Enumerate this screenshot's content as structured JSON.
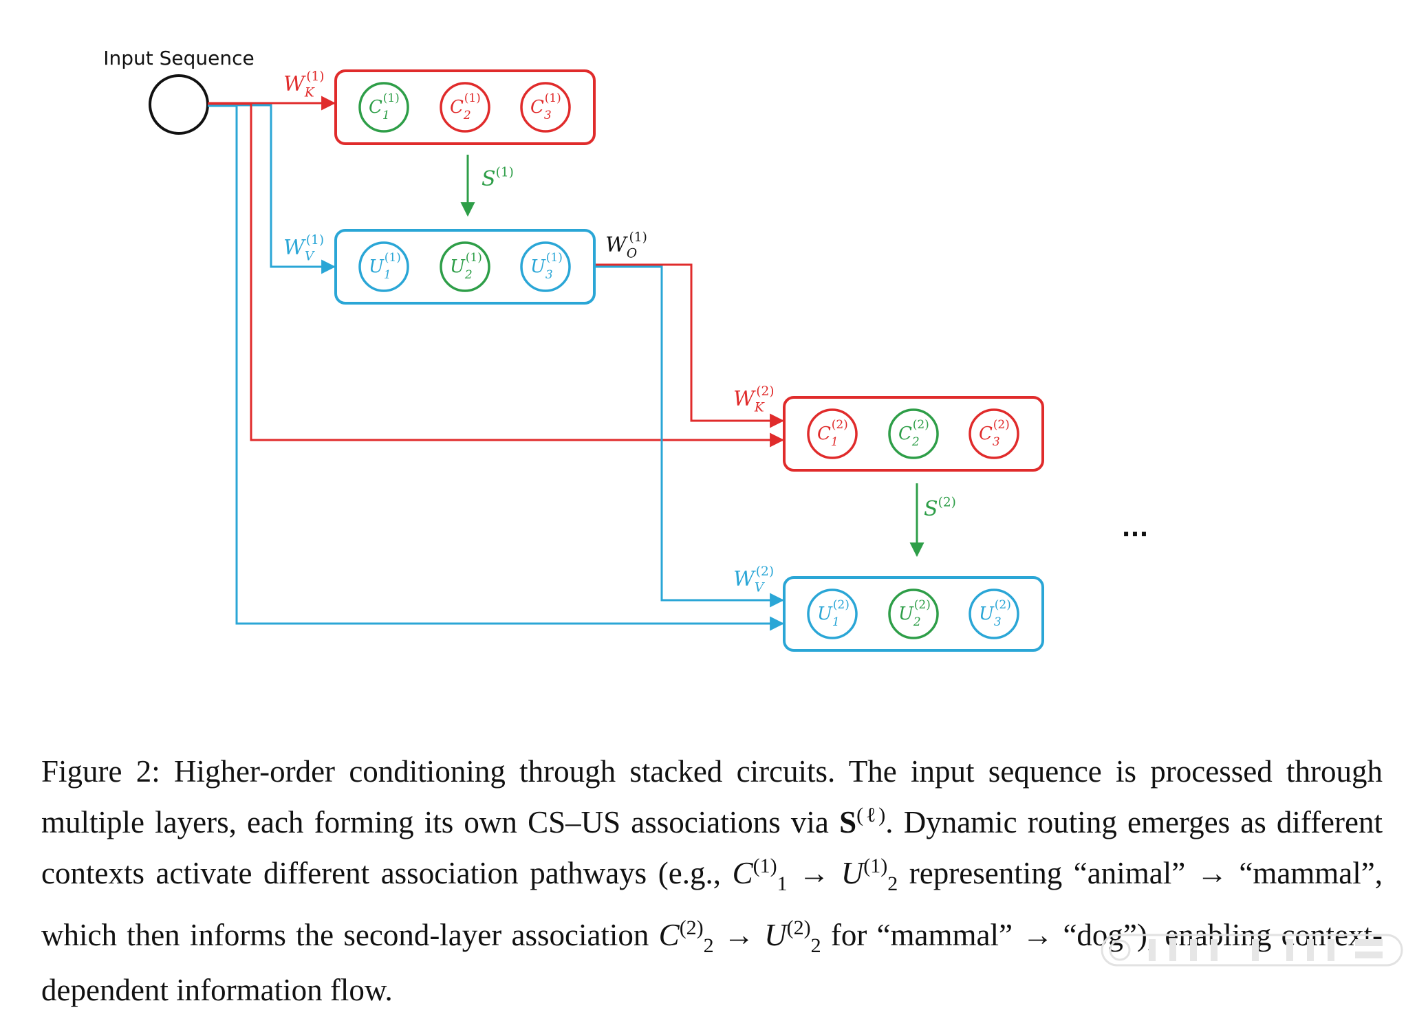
{
  "diagram": {
    "input_label": "Input Sequence",
    "layer1": {
      "cs_circles": [
        {
          "base": "C",
          "sup": "(1)",
          "sub": "1",
          "color": "#2e9e48"
        },
        {
          "base": "C",
          "sup": "(1)",
          "sub": "2",
          "color": "#e02b2b"
        },
        {
          "base": "C",
          "sup": "(1)",
          "sub": "3",
          "color": "#e02b2b"
        }
      ],
      "us_circles": [
        {
          "base": "U",
          "sup": "(1)",
          "sub": "1",
          "color": "#2aa6d6"
        },
        {
          "base": "U",
          "sup": "(1)",
          "sub": "2",
          "color": "#2e9e48"
        },
        {
          "base": "U",
          "sup": "(1)",
          "sub": "3",
          "color": "#2aa6d6"
        }
      ],
      "wk": {
        "base": "W",
        "sub": "K",
        "sup": "(1)"
      },
      "wv": {
        "base": "W",
        "sub": "V",
        "sup": "(1)"
      },
      "wo": {
        "base": "W",
        "sub": "O",
        "sup": "(1)"
      },
      "s": {
        "base": "S",
        "sup": "(1)"
      }
    },
    "layer2": {
      "cs_circles": [
        {
          "base": "C",
          "sup": "(2)",
          "sub": "1",
          "color": "#e02b2b"
        },
        {
          "base": "C",
          "sup": "(2)",
          "sub": "2",
          "color": "#2e9e48"
        },
        {
          "base": "C",
          "sup": "(2)",
          "sub": "3",
          "color": "#e02b2b"
        }
      ],
      "us_circles": [
        {
          "base": "U",
          "sup": "(2)",
          "sub": "1",
          "color": "#2aa6d6"
        },
        {
          "base": "U",
          "sup": "(2)",
          "sub": "2",
          "color": "#2e9e48"
        },
        {
          "base": "U",
          "sup": "(2)",
          "sub": "3",
          "color": "#2aa6d6"
        }
      ],
      "wk": {
        "base": "W",
        "sub": "K",
        "sup": "(2)"
      },
      "wv": {
        "base": "W",
        "sub": "V",
        "sup": "(2)"
      },
      "s": {
        "base": "S",
        "sup": "(2)"
      }
    },
    "ellipsis": "...",
    "colors": {
      "red": "#e02b2b",
      "blue": "#2aa6d6",
      "green": "#2e9e48",
      "black": "#111111"
    }
  },
  "caption": {
    "p1": "Figure 2: Higher-order conditioning through stacked circuits. The input sequence is processed through multiple layers, each forming its own CS–US associations via ",
    "s_bold": "S",
    "s_sup": "(ℓ)",
    "p2": ". Dynamic routing emerges as different contexts activate different association pathways (e.g., ",
    "c1_base": "C",
    "c1_sup": "(1)",
    "c1_sub": "1",
    "arrow": " → ",
    "u1_base": "U",
    "u1_sup": "(1)",
    "u1_sub": "2",
    "p3": " representing “animal” → “mammal”, which then informs the second-layer association ",
    "c2_base": "C",
    "c2_sup": "(2)",
    "c2_sub": "2",
    "u2_base": "U",
    "u2_sup": "(2)",
    "u2_sub": "2",
    "p4": " for “mammal” → “dog”), enabling context-dependent information flow."
  }
}
